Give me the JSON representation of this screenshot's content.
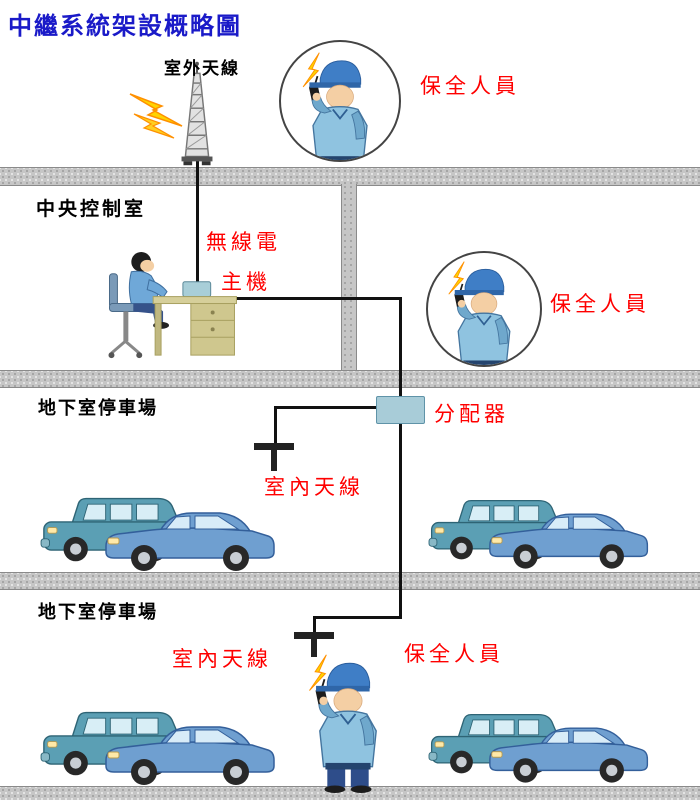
{
  "title": "中繼系統架設概略圖",
  "outdoor": {
    "antenna_label": "室外天線",
    "guard_label": "保全人員"
  },
  "control_room": {
    "room_label": "中央控制室",
    "radio_label_line1": "無線電",
    "radio_label_line2": "主機",
    "guard_label": "保全人員"
  },
  "basement1": {
    "room_label": "地下室停車場",
    "splitter_label": "分配器",
    "antenna_label": "室內天線"
  },
  "basement2": {
    "room_label": "地下室停車場",
    "antenna_label": "室內天線",
    "guard_label": "保全人員"
  },
  "colors": {
    "title_blue": "#1a1ac8",
    "label_red": "#ff0000",
    "splitter_fill": "#a8ccd8",
    "floor_gray": "#c6c6c6",
    "cable_black": "#111111"
  }
}
